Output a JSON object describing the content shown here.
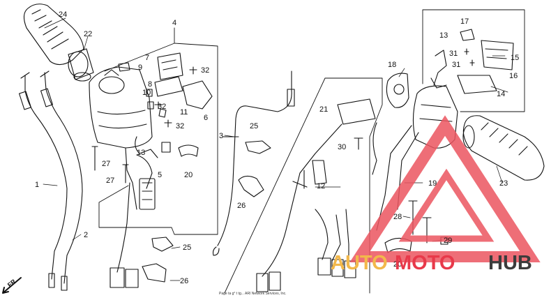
{
  "diagram": {
    "callouts": [
      {
        "id": "c24",
        "text": "24"
      },
      {
        "id": "c22",
        "text": "22"
      },
      {
        "id": "c4",
        "text": "4"
      },
      {
        "id": "c7",
        "text": "7"
      },
      {
        "id": "c9",
        "text": "9"
      },
      {
        "id": "c32a",
        "text": "32"
      },
      {
        "id": "c8",
        "text": "8"
      },
      {
        "id": "c10",
        "text": "10"
      },
      {
        "id": "c32b",
        "text": "32"
      },
      {
        "id": "c11",
        "text": "11"
      },
      {
        "id": "c6",
        "text": "6"
      },
      {
        "id": "c32c",
        "text": "32"
      },
      {
        "id": "c3",
        "text": "3"
      },
      {
        "id": "c13",
        "text": "13"
      },
      {
        "id": "c27a",
        "text": "27"
      },
      {
        "id": "c27b",
        "text": "27"
      },
      {
        "id": "c5",
        "text": "5"
      },
      {
        "id": "c20a",
        "text": "20"
      },
      {
        "id": "c1",
        "text": "1"
      },
      {
        "id": "c2",
        "text": "2"
      },
      {
        "id": "c25a",
        "text": "25"
      },
      {
        "id": "c26a",
        "text": "26"
      },
      {
        "id": "c25b",
        "text": "25"
      },
      {
        "id": "c26b",
        "text": "26"
      },
      {
        "id": "c21",
        "text": "21"
      },
      {
        "id": "c30",
        "text": "30"
      },
      {
        "id": "c12",
        "text": "12"
      },
      {
        "id": "c18",
        "text": "18"
      },
      {
        "id": "c17",
        "text": "17"
      },
      {
        "id": "c13b",
        "text": "13"
      },
      {
        "id": "c31a",
        "text": "31"
      },
      {
        "id": "c31b",
        "text": "31"
      },
      {
        "id": "c15",
        "text": "15"
      },
      {
        "id": "c16",
        "text": "16"
      },
      {
        "id": "c14",
        "text": "14"
      },
      {
        "id": "c19",
        "text": "19"
      },
      {
        "id": "c23",
        "text": "23"
      },
      {
        "id": "c28",
        "text": "28"
      },
      {
        "id": "c29",
        "text": "29"
      },
      {
        "id": "c20b",
        "text": "20"
      }
    ],
    "direction_label": "FR.",
    "footnote": "Page ta g° t      tg... ARI Network Services, Inc."
  },
  "watermark": {
    "part1": "AUTO",
    "part2": "MOTO",
    "part3": "HUB",
    "colors": {
      "auto": "#f2b84b",
      "moto": "#e8394a",
      "hub": "#3c3c3c",
      "triangle": "#ec5560"
    }
  }
}
